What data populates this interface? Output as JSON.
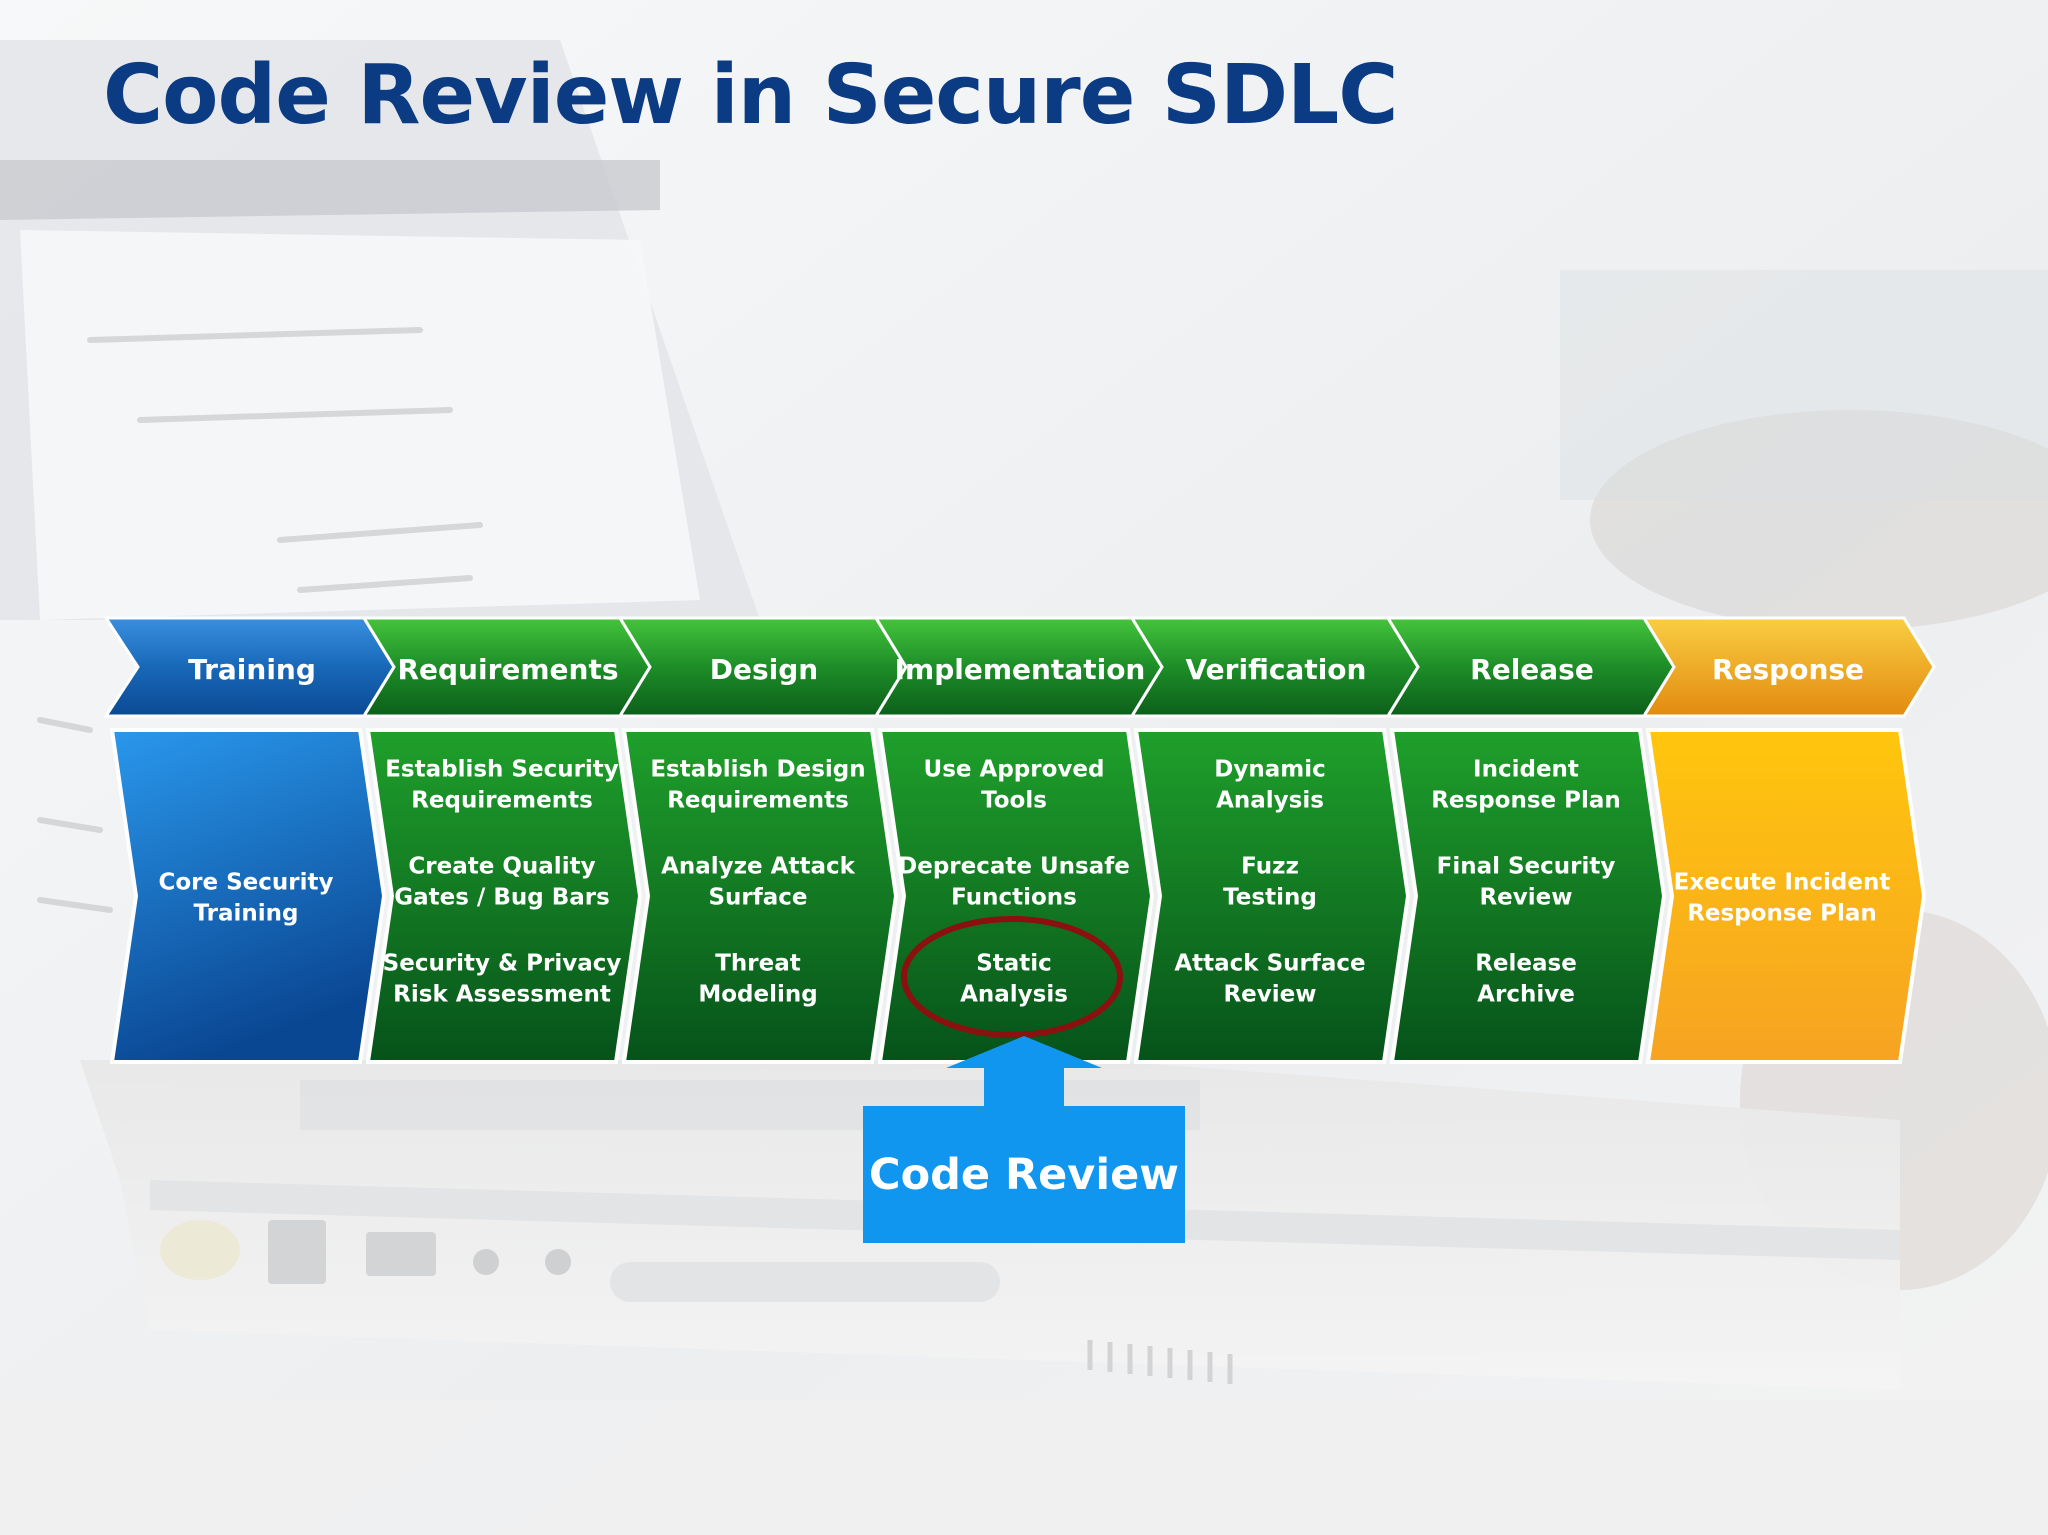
{
  "slide": {
    "title": "Code Review in Secure SDLC"
  },
  "phases": [
    {
      "name": "Training",
      "color": "blue",
      "practices": [
        [
          "Core Security",
          "Training"
        ]
      ]
    },
    {
      "name": "Requirements",
      "color": "green",
      "practices": [
        [
          "Establish Security",
          "Requirements"
        ],
        [
          "Create Quality",
          "Gates / Bug Bars"
        ],
        [
          "Security & Privacy",
          "Risk Assessment"
        ]
      ]
    },
    {
      "name": "Design",
      "color": "green",
      "practices": [
        [
          "Establish Design",
          "Requirements"
        ],
        [
          "Analyze Attack",
          "Surface"
        ],
        [
          "Threat",
          "Modeling"
        ]
      ]
    },
    {
      "name": "Implementation",
      "color": "green",
      "practices": [
        [
          "Use Approved",
          "Tools"
        ],
        [
          "Deprecate Unsafe",
          "Functions"
        ],
        [
          "Static",
          "Analysis"
        ]
      ]
    },
    {
      "name": "Verification",
      "color": "green",
      "practices": [
        [
          "Dynamic",
          "Analysis"
        ],
        [
          "Fuzz",
          "Testing"
        ],
        [
          "Attack Surface",
          "Review"
        ]
      ]
    },
    {
      "name": "Release",
      "color": "green",
      "practices": [
        [
          "Incident",
          "Response Plan"
        ],
        [
          "Final Security",
          "Review"
        ],
        [
          "Release",
          "Archive"
        ]
      ]
    },
    {
      "name": "Response",
      "color": "orange",
      "practices": [
        [
          "Execute Incident",
          "Response Plan"
        ]
      ]
    }
  ],
  "highlight": {
    "phase_index": 3,
    "practice_index": 2,
    "circle_color": "#8b1010"
  },
  "callout": {
    "label": "Code Review",
    "color": "#1196f0"
  },
  "colors": {
    "title": "#0b3c83",
    "blue_header": [
      "#2f86d8",
      "#0d4f9a"
    ],
    "blue_body": [
      "#2c93e6",
      "#0b4a94"
    ],
    "green_header": [
      "#35b534",
      "#0e6b1c"
    ],
    "green_body": [
      "#1c9a2a",
      "#07561a"
    ],
    "orange_header": [
      "#f6c233",
      "#e38c10"
    ],
    "orange_body": [
      "#ffc511",
      "#f6a01f"
    ]
  }
}
